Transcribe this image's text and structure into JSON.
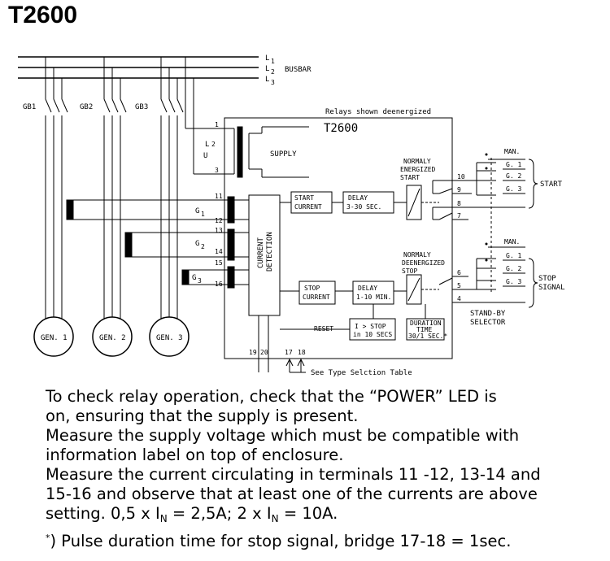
{
  "title": "T2600",
  "diagram": {
    "busbar": {
      "label": "BUSBAR",
      "phases": [
        "1",
        "2",
        "3"
      ]
    },
    "breakers": [
      "GB1",
      "GB2",
      "GB3"
    ],
    "generators": [
      "GEN. 1",
      "GEN. 2",
      "GEN. 3"
    ],
    "unit": {
      "caption": "Relays shown deenergized",
      "name": "T2600",
      "supply": "SUPPLY",
      "u": "U",
      "current_detection": [
        "CURRENT",
        "DETECTION"
      ],
      "start_current": [
        "START",
        "CURRENT"
      ],
      "delay_start": [
        "DELAY",
        "3-30 SEC."
      ],
      "stop_current": [
        "STOP",
        "CURRENT"
      ],
      "delay_stop": [
        "DELAY",
        "1-10 MIN."
      ],
      "reset": "RESET",
      "i_stop": [
        "I > STOP",
        "in 10 SECS"
      ],
      "duration": [
        "DURATION",
        "TIME",
        "30/1 SEC.*"
      ],
      "normally_energized": [
        "NORMALY",
        "ENERGIZED",
        "START"
      ],
      "normally_deenergized": [
        "NORMALY",
        "DEENERGIZED",
        "STOP"
      ]
    },
    "terminals": [
      "1",
      "2",
      "3",
      "11",
      "12",
      "13",
      "14",
      "15",
      "16",
      "10",
      "9",
      "8",
      "7",
      "6",
      "5",
      "4",
      "19",
      "20",
      "17",
      "18"
    ],
    "selector": {
      "start_options": [
        "MAN.",
        "G. 1",
        "G. 2",
        "G. 3"
      ],
      "stop_options": [
        "MAN.",
        "G. 1",
        "G. 2",
        "G. 3"
      ],
      "start_label": "START",
      "stop_label": [
        "STOP",
        "SIGNAL"
      ],
      "standby_label": [
        "STAND-BY",
        "SELECTOR"
      ]
    },
    "see_table": "See Type Selction Table"
  },
  "notes": {
    "l1": "To check relay operation, check that the “POWER” LED is",
    "l2": "on, ensuring that the supply is present.",
    "l3": "Measure the supply voltage which must be compatible with",
    "l4": "information label on top of enclosure.",
    "l5": "Measure the current circulating in terminals 11 -12, 13-14 and",
    "l6": "15-16 and observe that at least one of the currents are above",
    "l7a": "setting. 0,5 x I",
    "l7b": "N",
    "l7c": " = 2,5A; 2 x I",
    "l7d": "N",
    "l7e": " = 10A.",
    "l8a": "*",
    "l8b": ") Pulse duration time for stop signal, bridge 17-18 = 1sec."
  }
}
